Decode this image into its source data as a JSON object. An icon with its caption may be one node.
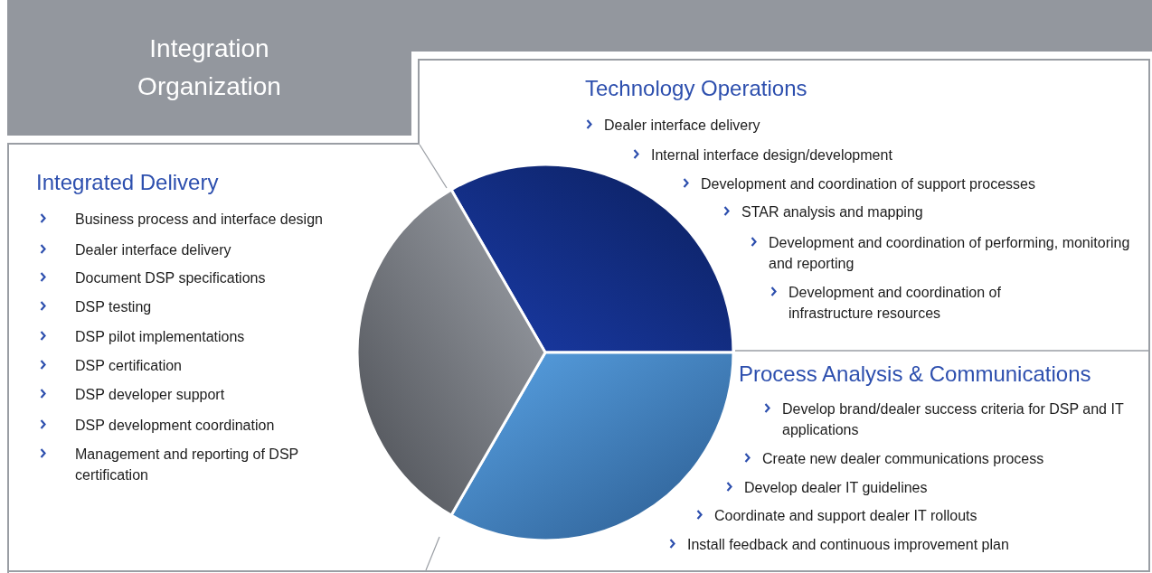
{
  "diagram": {
    "nodes": [
      {
        "text": [
          "Integration Organization"
        ]
      },
      {
        "text": [
          "Integrated Delivery",
          "Business process and interface design",
          "Dealer interface delivery",
          "Document DSP specifications",
          "DSP testing",
          "DSP pilot implementations",
          "DSP certification",
          "DSP developer support",
          "DSP development coordination",
          "Management and reporting of DSP certification"
        ]
      },
      {
        "text": [
          "Technology Operations",
          "Dealer interface delivery",
          "Internal interface design/development",
          "Development and coordination of support processes",
          "STAR analysis and mapping",
          "Development and coordination of performing, monitoring and reporting",
          "Development and coordination of infrastructure resources"
        ]
      },
      {
        "text": [
          "Process Analysis & Communications",
          "Develop brand/dealer success criteria for DSP and IT applications",
          "Create new dealer communications process",
          "Develop dealer IT guidelines",
          "Coordinate and support dealer IT rollouts",
          "Install feedback and continuous improvement plan"
        ]
      }
    ]
  }
}
